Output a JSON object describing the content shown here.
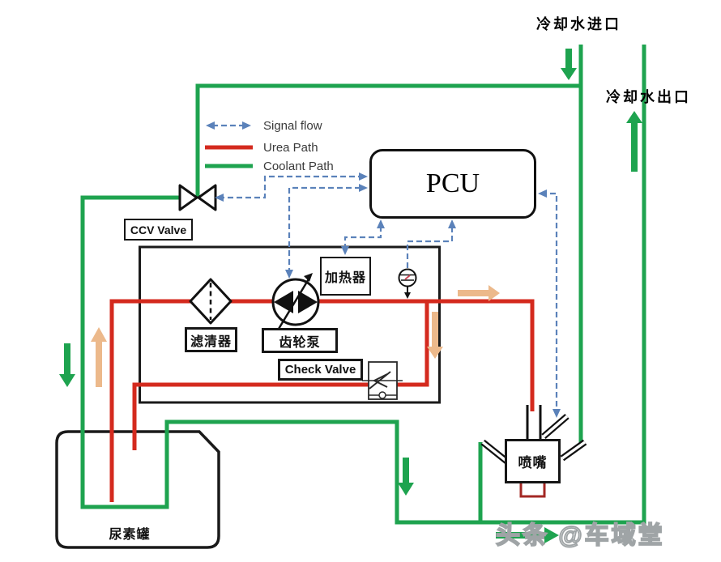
{
  "diagram": {
    "coolant_inlet": "冷却水进口",
    "coolant_outlet": "冷却水出口",
    "ccv_valve": "CCV Valve",
    "heater": "加热器",
    "filter": "滤清器",
    "gear_pump": "齿轮泵",
    "check_valve": "Check Valve",
    "pcu": "PCU",
    "nozzle": "喷嘴",
    "urea_tank": "尿素罐"
  },
  "legend": {
    "signal_flow": "Signal flow",
    "urea_path": "Urea Path",
    "coolant_path": "Coolant Path"
  },
  "watermark": "头条 @车域堂",
  "colors": {
    "coolant_green": "#1ea34f",
    "urea_red": "#d42a1e",
    "signal_blue": "#5b82ba",
    "flow_arrow_orange": "#ecb98b",
    "outline_black": "#1a1a1a",
    "nozzle_outlet_red": "#a32824"
  }
}
